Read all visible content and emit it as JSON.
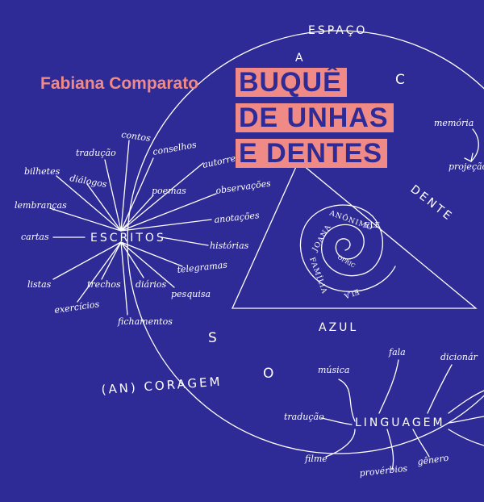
{
  "cover": {
    "author": "Fabiana Comparato",
    "title_lines": [
      "BUQUÊ",
      "DE UNHAS",
      "E DENTES"
    ]
  },
  "circle_letters": {
    "top": "ESPAÇO",
    "a": "A",
    "c": "C",
    "s": "S",
    "o": "O"
  },
  "escritos": {
    "label": "ESCRITOS",
    "words": [
      "contos",
      "tradução",
      "conselhos",
      "bilhetes",
      "diálogos",
      "poemas",
      "autorretrato",
      "lembranças",
      "observações",
      "anotações",
      "cartas",
      "histórias",
      "listas",
      "trechos",
      "diários",
      "telegramas",
      "exercícios",
      "pesquisa",
      "fichamentos"
    ]
  },
  "triangle": {
    "side_right": "DENTE",
    "bottom": "AZUL",
    "spiral_words": [
      "ANÔNIMO",
      "ELE",
      "JOANA",
      "OPRIC",
      "ELA",
      "FAMÍLIA"
    ]
  },
  "right_words": [
    "memória",
    "projeção"
  ],
  "coragem": "(AN) CORAGEM",
  "linguagem": {
    "label": "LINGUAGEM",
    "words": [
      "música",
      "fala",
      "dicionár",
      "tradução",
      "filme",
      "provérbios",
      "gênero"
    ]
  },
  "colors": {
    "background": "#2e2a96",
    "accent": "#f08a86",
    "ink": "#ffffff"
  }
}
